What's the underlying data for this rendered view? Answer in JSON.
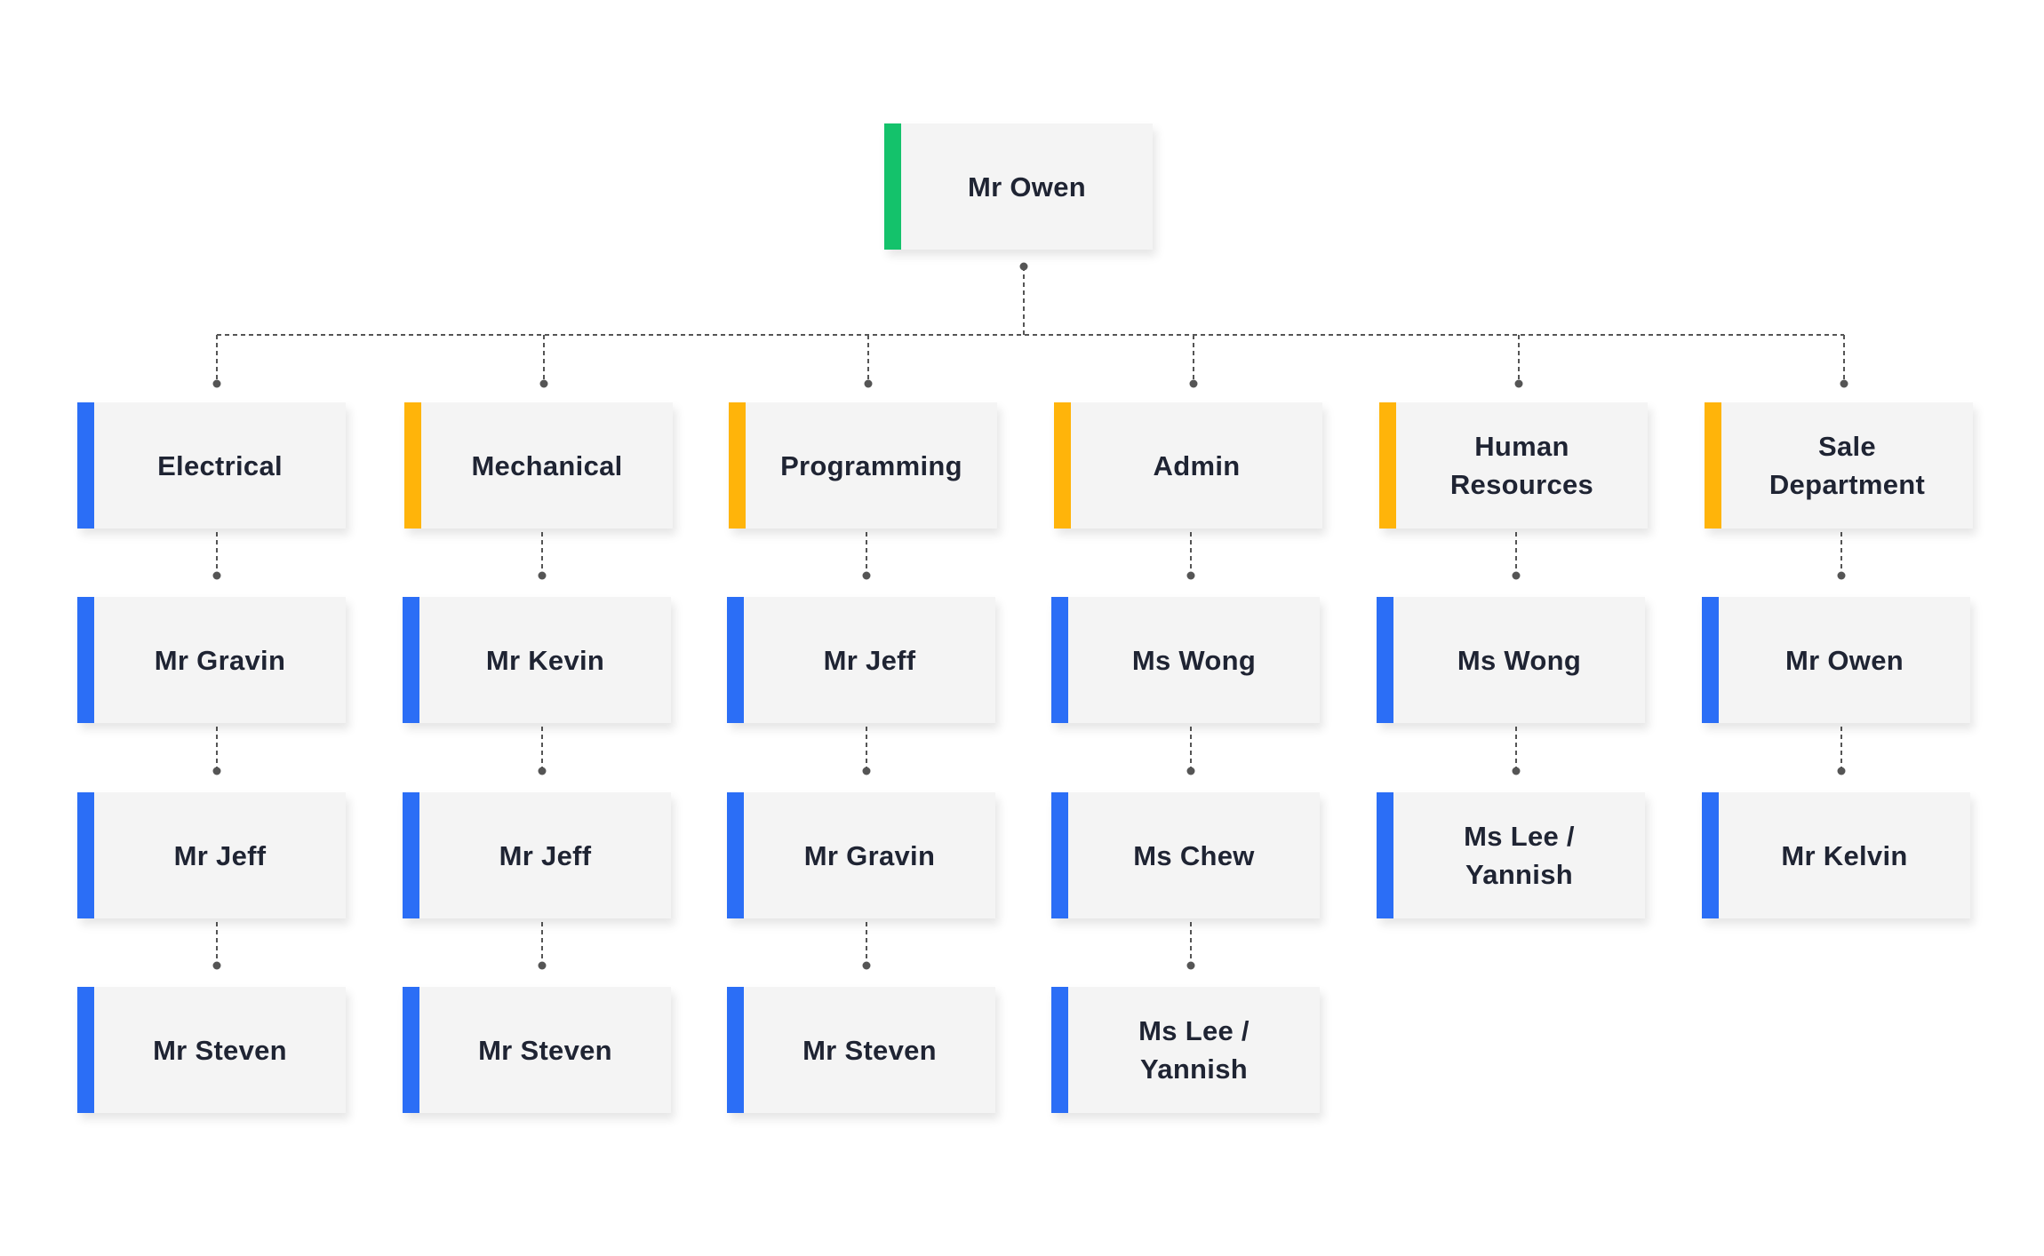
{
  "colors": {
    "root_accent": "#14c26b",
    "department_accent": "#ffb40a",
    "first_department_accent": "#2b6ef6",
    "person_accent": "#2b6ef6",
    "connector": "#555555",
    "card_background": "#f4f4f4",
    "text": "#1f2433"
  },
  "root": {
    "name": "Mr Owen"
  },
  "departments": [
    {
      "name": "Electrical",
      "staff": [
        "Mr Gravin",
        "Mr Jeff",
        "Mr Steven"
      ]
    },
    {
      "name": "Mechanical",
      "staff": [
        "Mr Kevin",
        "Mr Jeff",
        "Mr Steven"
      ]
    },
    {
      "name": "Programming",
      "staff": [
        "Mr Jeff",
        "Mr Gravin",
        "Mr Steven"
      ]
    },
    {
      "name": "Admin",
      "staff": [
        "Ms Wong",
        "Ms Chew",
        "Ms Lee / Yannish"
      ]
    },
    {
      "name": "Human Resources",
      "staff": [
        "Ms Wong",
        "Ms Lee / Yannish"
      ]
    },
    {
      "name": "Sale Department",
      "staff": [
        "Mr Owen",
        "Mr Kelvin"
      ]
    }
  ]
}
